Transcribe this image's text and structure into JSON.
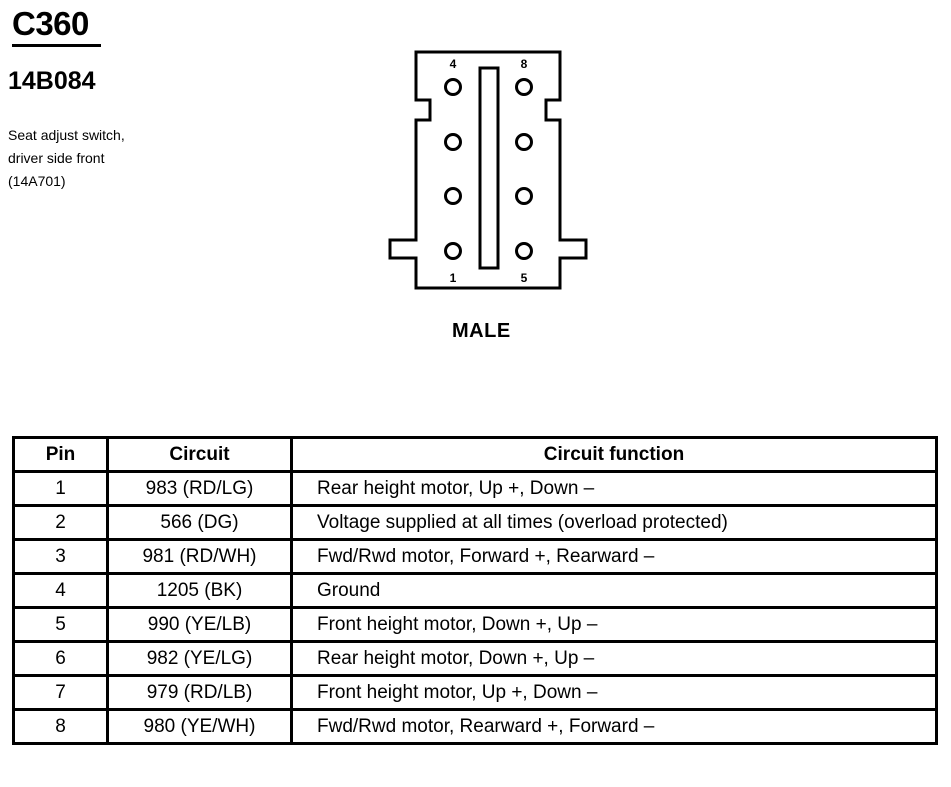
{
  "connector": {
    "id": "C360",
    "part_number": "14B084",
    "description_lines": [
      "Seat adjust switch,",
      "driver side front",
      "(14A701)"
    ],
    "gender": "MALE",
    "pin_labels": {
      "top_left": "4",
      "top_right": "8",
      "bottom_left": "1",
      "bottom_right": "5"
    }
  },
  "table": {
    "headers": {
      "pin": "Pin",
      "circuit": "Circuit",
      "function": "Circuit function"
    },
    "rows": [
      {
        "pin": "1",
        "circuit": "983 (RD/LG)",
        "function": "Rear height motor, Up +, Down –"
      },
      {
        "pin": "2",
        "circuit": "566 (DG)",
        "function": "Voltage supplied at all times (overload protected)"
      },
      {
        "pin": "3",
        "circuit": "981 (RD/WH)",
        "function": "Fwd/Rwd motor, Forward +, Rearward –"
      },
      {
        "pin": "4",
        "circuit": "1205 (BK)",
        "function": "Ground"
      },
      {
        "pin": "5",
        "circuit": "990 (YE/LB)",
        "function": "Front height motor, Down +, Up –"
      },
      {
        "pin": "6",
        "circuit": "982 (YE/LG)",
        "function": "Rear height motor, Down +, Up –"
      },
      {
        "pin": "7",
        "circuit": "979 (RD/LB)",
        "function": "Front height motor, Up +, Down –"
      },
      {
        "pin": "8",
        "circuit": "980 (YE/WH)",
        "function": "Fwd/Rwd motor, Rearward +, Forward –"
      }
    ]
  }
}
